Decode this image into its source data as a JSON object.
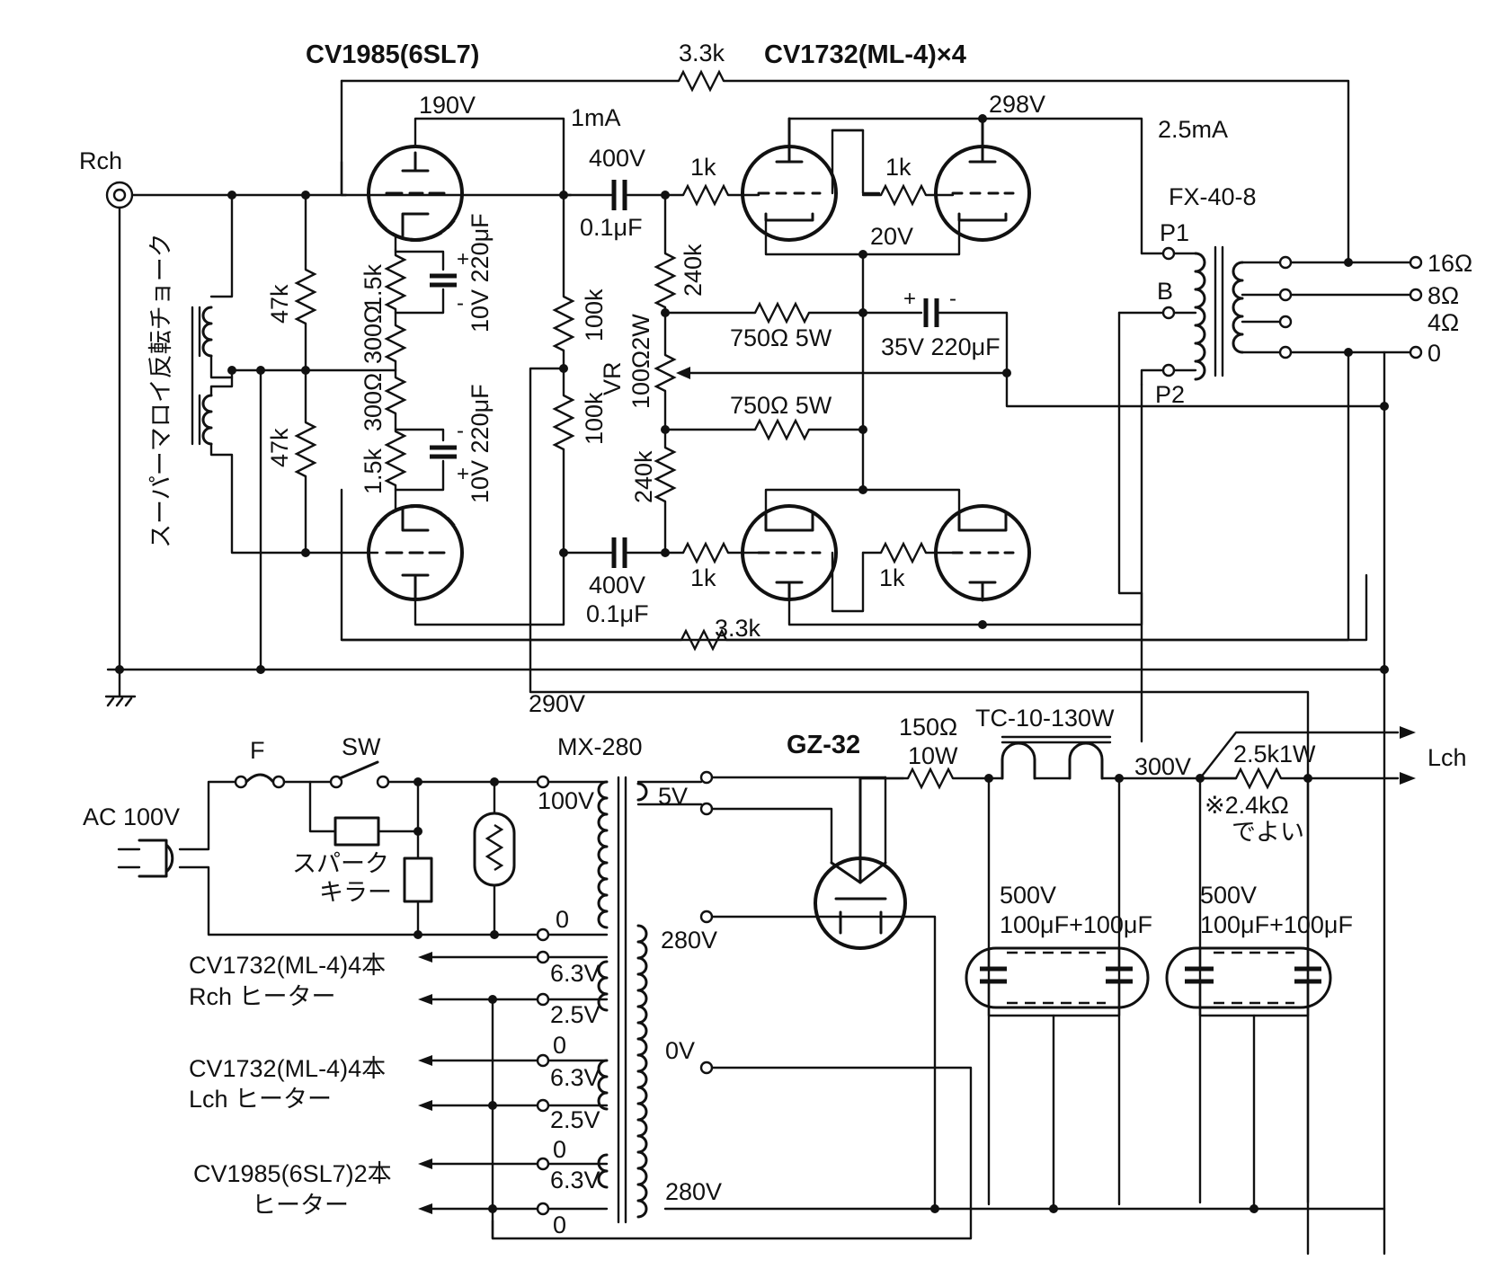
{
  "title_preamp": "CV1985(6SL7)",
  "title_power": "CV1732(ML-4)×4",
  "right_channel": "Rch",
  "left_channel": "Lch",
  "choke_label": "スーパーマロイ反転チョーク",
  "voltages": {
    "v190": "190V",
    "i1ma": "1mA",
    "v298": "298V",
    "i25ma": "2.5mA",
    "v20": "20V",
    "v290": "290V",
    "v300": "300V"
  },
  "parts": {
    "r_3k3_top": "3.3k",
    "r_3k3_bot": "3.3k",
    "r_47k_a": "47k",
    "r_47k_b": "47k",
    "r_1k5_a": "1.5k",
    "r_300_a": "300Ω",
    "r_300_b": "300Ω",
    "r_1k5_b": "1.5k",
    "c_ck_a": "10V 220μF",
    "c_ck_b": "10V 220μF",
    "c_cp_v_a": "400V",
    "c_cp_c_a": "0.1μF",
    "c_cp_v_b": "400V",
    "c_cp_c_b": "0.1μF",
    "r_100k_a": "100k",
    "r_100k_b": "100k",
    "r_240k_a": "240k",
    "r_240k_b": "240k",
    "vr_label": "VR",
    "vr_value": "100Ω2W",
    "r_750_a": "750Ω 5W",
    "r_750_b": "750Ω 5W",
    "c_35v": "35V 220μF",
    "grid_1k_a": "1k",
    "grid_1k_b": "1k",
    "grid_1k_c": "1k",
    "grid_1k_d": "1k",
    "out_tf": "FX-40-8",
    "tap_p1": "P1",
    "tap_b": "B",
    "tap_p2": "P2",
    "tap_16": "16Ω",
    "tap_8": "8Ω",
    "tap_4": "4Ω",
    "tap_0": "0"
  },
  "power": {
    "ac": "AC 100V",
    "fuse": "F",
    "switch": "SW",
    "spark_killer_l1": "スパーク",
    "spark_killer_l2": "キラー",
    "ptf": "MX-280",
    "rect": "GZ-32",
    "r_150": "150Ω",
    "r_150_w": "10W",
    "choke": "TC-10-130W",
    "r_2k5": "2.5k1W",
    "note_l1": "※2.4kΩ",
    "note_l2": "でよい",
    "cap1_v": "500V",
    "cap1_c": "100μF+100μF",
    "cap2_v": "500V",
    "cap2_c": "100μF+100μF",
    "pri_100": "100V",
    "pri_0": "0",
    "sec_5v": "5V",
    "sec_280a": "280V",
    "sec_0v": "0V",
    "sec_280b": "280V",
    "h1_63": "6.3V",
    "h1_25": "2.5V",
    "h1_0": "0",
    "h2_63": "6.3V",
    "h2_25": "2.5V",
    "h2_0": "0",
    "h3_63": "6.3V",
    "h3_0": "0"
  },
  "heaters": {
    "h1_a": "CV1732(ML-4)4本",
    "h1_b": "Rch ヒーター",
    "h2_a": "CV1732(ML-4)4本",
    "h2_b": "Lch ヒーター",
    "h3_a": "CV1985(6SL7)2本",
    "h3_b": "ヒーター"
  }
}
